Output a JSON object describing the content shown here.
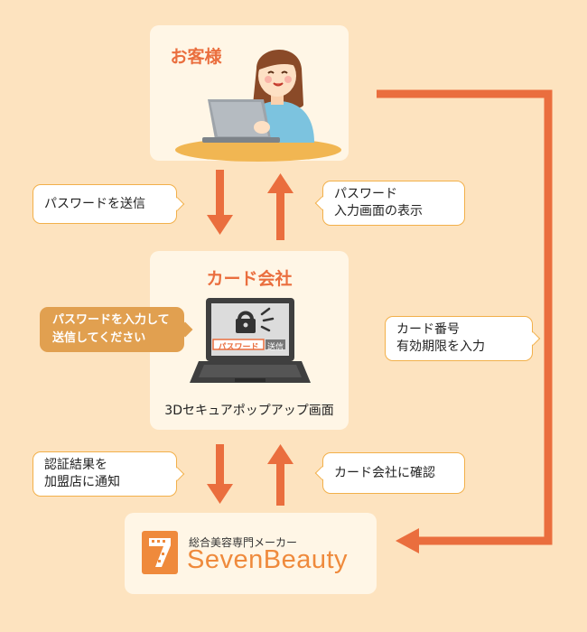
{
  "customer": {
    "title": "お客様"
  },
  "card_company": {
    "title": "カード会社",
    "laptop_password_label": "パスワード",
    "laptop_send_label": "送信",
    "caption": "3Dセキュアポップアップ画面"
  },
  "merchant": {
    "logo_subtitle": "総合美容専門メーカー",
    "logo_name": "SevenBeauty"
  },
  "bubbles": {
    "send_password": "パスワードを送信",
    "show_password_line1": "パスワード",
    "show_password_line2": "入力画面の表示",
    "enter_password_line1": "パスワードを入力して",
    "enter_password_line2": "送信してください",
    "card_info_line1": "カード番号",
    "card_info_line2": "有効期限を入力",
    "notify_line1": "認証結果を",
    "notify_line2": "加盟店に通知",
    "confirm_card": "カード会社に確認"
  },
  "colors": {
    "background": "#fde3bf",
    "box": "#fff6e6",
    "accent": "#ea6e3e",
    "bubble_border": "#f2b04a",
    "bubble_orange": "#e1a050"
  }
}
